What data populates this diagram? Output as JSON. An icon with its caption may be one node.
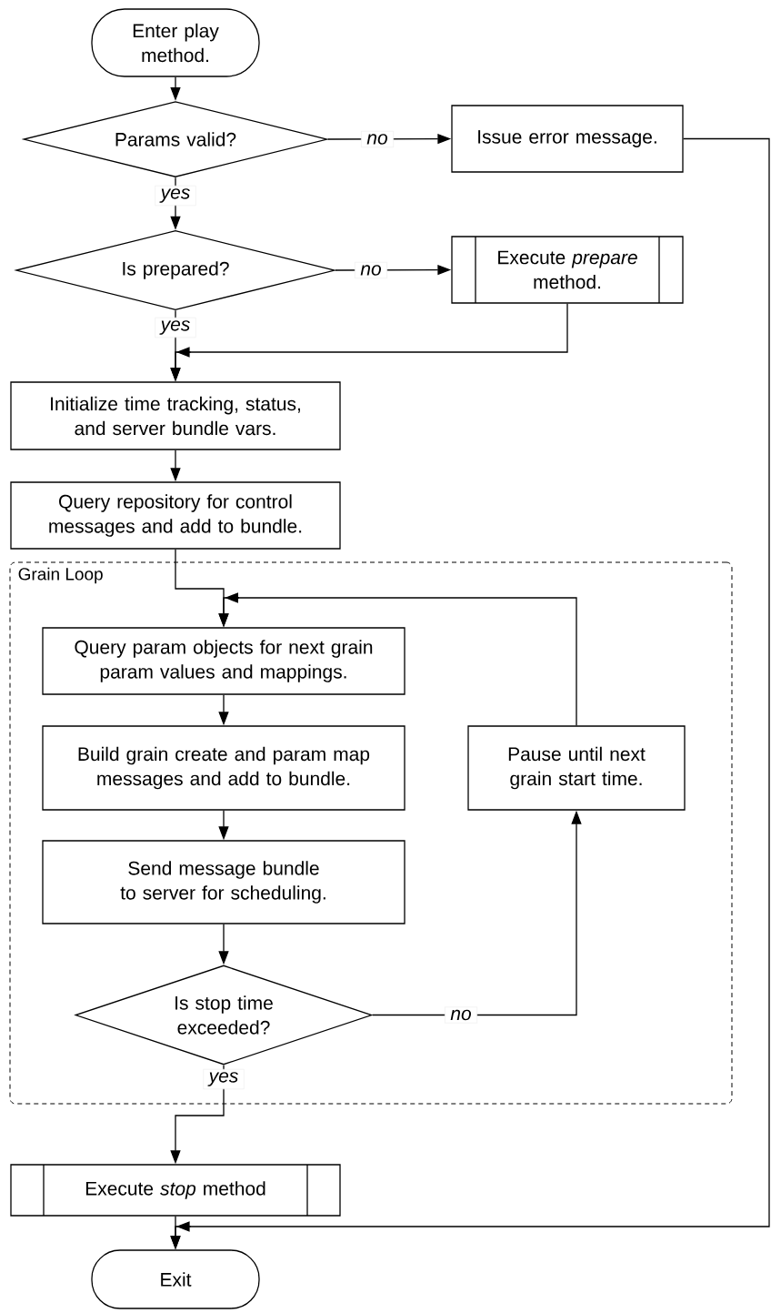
{
  "diagram": {
    "nodes": [
      {
        "text": [
          "Enter play method."
        ]
      },
      {
        "text": [
          "Params valid?"
        ]
      },
      {
        "text": [
          "Issue error message."
        ]
      },
      {
        "text": [
          "Is prepared?"
        ]
      },
      {
        "text": [
          "Execute *prepare* method."
        ]
      },
      {
        "text": [
          "Initialize time tracking, status, and server bundle vars."
        ]
      },
      {
        "text": [
          "Query repository for control messages and add to bundle."
        ]
      },
      {
        "text": [
          "Grain Loop"
        ]
      },
      {
        "text": [
          "Query param objects for next grain param values and mappings."
        ],
        "in": 7
      },
      {
        "text": [
          "Build grain create and param map messages and add to bundle."
        ],
        "in": 7
      },
      {
        "text": [
          "Send message bundle to server for scheduling."
        ],
        "in": 7
      },
      {
        "text": [
          "Is stop time exceeded?"
        ],
        "in": 7
      },
      {
        "text": [
          "Pause until next grain start time."
        ],
        "in": 7
      },
      {
        "text": [
          "Execute *stop* method"
        ]
      },
      {
        "text": [
          "Exit"
        ]
      }
    ],
    "edges": [
      {
        "from": 0,
        "to": 1,
        "arrow": "to"
      },
      {
        "from": 1,
        "to": 2,
        "arrow": "to",
        "label": "no"
      },
      {
        "from": 1,
        "to": 3,
        "arrow": "to",
        "label": "yes"
      },
      {
        "from": 3,
        "to": 4,
        "arrow": "to",
        "label": "no"
      },
      {
        "from": 3,
        "to": 5,
        "arrow": "to",
        "label": "yes"
      },
      {
        "from": 4,
        "to": 5,
        "arrow": "to"
      },
      {
        "from": 5,
        "to": 6,
        "arrow": "to"
      },
      {
        "from": 6,
        "to": 8,
        "arrow": "to"
      },
      {
        "from": 8,
        "to": 9,
        "arrow": "to"
      },
      {
        "from": 9,
        "to": 10,
        "arrow": "to"
      },
      {
        "from": 10,
        "to": 11,
        "arrow": "to"
      },
      {
        "from": 11,
        "to": 12,
        "arrow": "to",
        "label": "no"
      },
      {
        "from": 12,
        "to": 8,
        "arrow": "to"
      },
      {
        "from": 11,
        "to": 13,
        "arrow": "to",
        "label": "yes"
      },
      {
        "from": 13,
        "to": 14,
        "arrow": "to"
      },
      {
        "from": 2,
        "to": 14,
        "arrow": "to"
      }
    ]
  }
}
